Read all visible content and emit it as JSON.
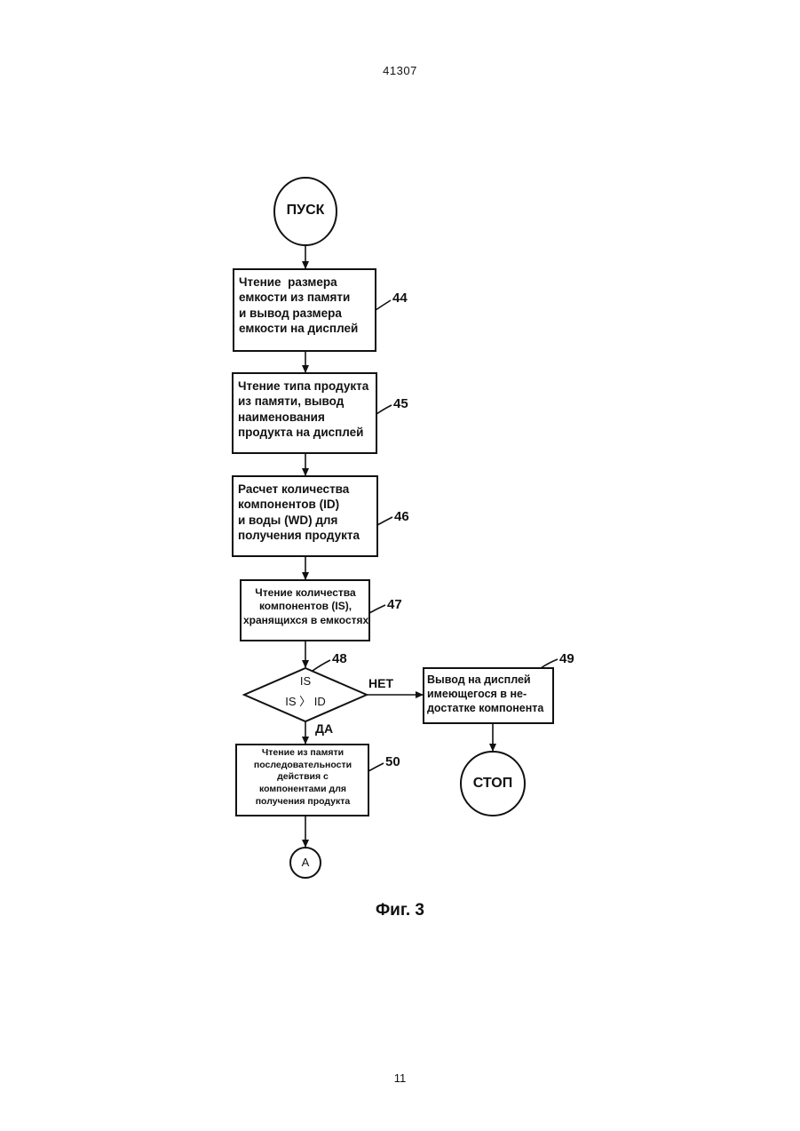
{
  "page": {
    "number_top": "41307",
    "number_bottom": "11",
    "caption": "Фиг. 3"
  },
  "nodes": {
    "start": "ПУСК",
    "step44": "Чтение  размера\nемкости из памяти\nи вывод размера\nемкости на дисплей",
    "step45": "Чтение типа продукта\nиз памяти, вывод\nнаименования\nпродукта на дисплей",
    "step46": "Расчет количества\nкомпонентов (ID)\nи воды (WD) для\nполучения продукта",
    "step47": "Чтение количества\nкомпонентов (IS),\nхранящихся в емкостях",
    "decision_top": "IS",
    "decision_bottom": "IS 〉 ID",
    "step49": "Вывод на дисплей\nимеющегося в не-\nдостатке компонента",
    "step50": "Чтение из памяти\nпоследовательности\nдействия с\nкомпонентами для\nполучения продукта",
    "stop": "СТОП",
    "connector": "А"
  },
  "refs": {
    "r44": "44",
    "r45": "45",
    "r46": "46",
    "r47": "47",
    "r48": "48",
    "r49": "49",
    "r50": "50"
  },
  "edge_labels": {
    "no": "НЕТ",
    "yes": "ДА"
  }
}
